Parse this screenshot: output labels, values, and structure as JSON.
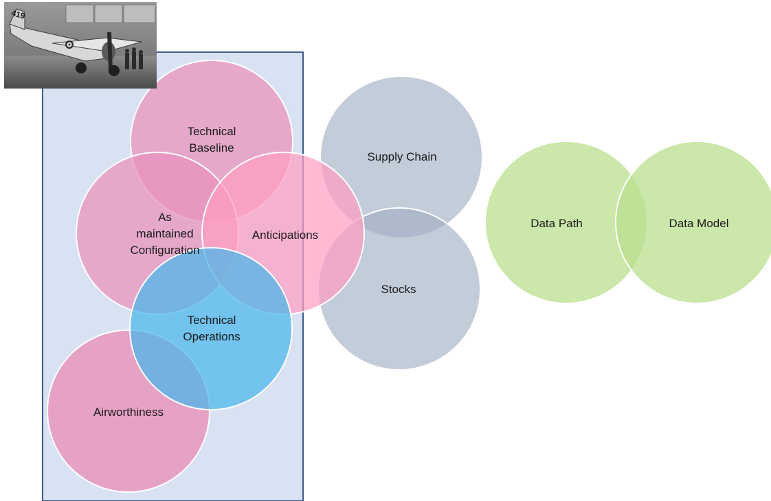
{
  "colors": {
    "panel_fill": "#d9e2f3",
    "panel_border": "#3f5a8a",
    "pink": "#e991bb",
    "hot_pink": "#ff9ec2",
    "blue": "#4ab7ea",
    "slate": "#a3b1c4",
    "green": "#b9df8e",
    "circle_stroke": "#ffffff"
  },
  "photo": {
    "description_icon": "aircraft-photo",
    "tail_number": "419"
  },
  "circles": [
    {
      "id": "technical-baseline",
      "label": "Technical\nBaseline",
      "color": "pink"
    },
    {
      "id": "as-maintained-configuration",
      "label": "As\nmaintained\nConfiguration",
      "color": "pink"
    },
    {
      "id": "anticipations",
      "label": "Anticipations",
      "color": "hot_pink"
    },
    {
      "id": "technical-operations",
      "label": "Technical\nOperations",
      "color": "blue"
    },
    {
      "id": "airworthiness",
      "label": "Airworthiness",
      "color": "pink"
    },
    {
      "id": "supply-chain",
      "label": "Supply Chain",
      "color": "slate"
    },
    {
      "id": "stocks",
      "label": "Stocks",
      "color": "slate"
    },
    {
      "id": "data-path",
      "label": "Data Path",
      "color": "green"
    },
    {
      "id": "data-model",
      "label": "Data Model",
      "color": "green"
    }
  ]
}
